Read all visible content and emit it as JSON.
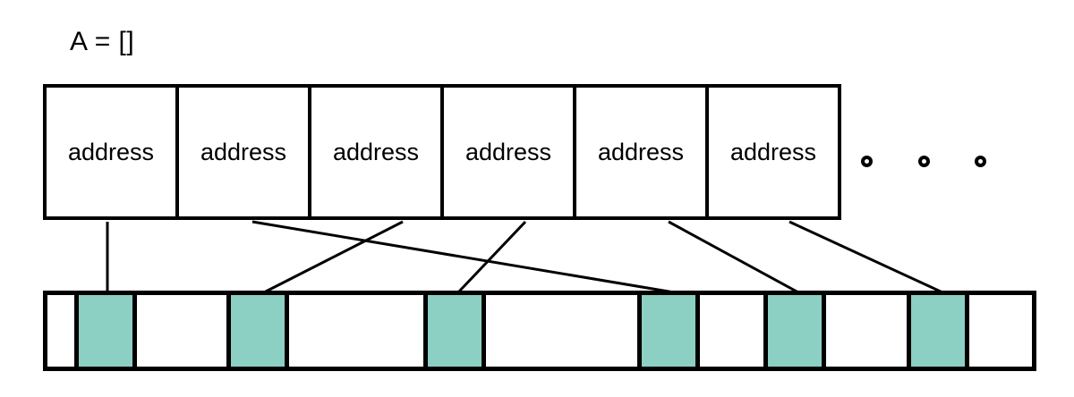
{
  "diagram": {
    "title": "A = []",
    "variable_label": "A = []",
    "pointer_array": {
      "name": "A",
      "cell_label": "address",
      "cells": [
        {
          "label": "address"
        },
        {
          "label": "address"
        },
        {
          "label": "address"
        },
        {
          "label": "address"
        },
        {
          "label": "address"
        },
        {
          "label": "address"
        }
      ],
      "continuation": {
        "icon": "ellipsis-circles",
        "dots": [
          "o",
          "o",
          "o"
        ],
        "count": 3
      }
    },
    "memory_strip": {
      "cells": [
        {
          "index": 0,
          "state": "free"
        },
        {
          "index": 1,
          "state": "allocated"
        },
        {
          "index": 2,
          "state": "free"
        },
        {
          "index": 3,
          "state": "allocated"
        },
        {
          "index": 4,
          "state": "free"
        },
        {
          "index": 5,
          "state": "allocated"
        },
        {
          "index": 6,
          "state": "free"
        },
        {
          "index": 7,
          "state": "allocated"
        },
        {
          "index": 8,
          "state": "free"
        },
        {
          "index": 9,
          "state": "allocated"
        },
        {
          "index": 10,
          "state": "free"
        },
        {
          "index": 11,
          "state": "allocated"
        },
        {
          "index": 12,
          "state": "free"
        }
      ]
    },
    "pointers": [
      {
        "from_cell": 0,
        "to_cell": 1
      },
      {
        "from_cell": 1,
        "to_cell": 7
      },
      {
        "from_cell": 2,
        "to_cell": 3
      },
      {
        "from_cell": 3,
        "to_cell": 5
      },
      {
        "from_cell": 4,
        "to_cell": 9
      },
      {
        "from_cell": 5,
        "to_cell": 11
      }
    ],
    "colors": {
      "allocated_fill": "#8ccfc3",
      "free_fill": "#ffffff",
      "stroke": "#000000",
      "background": "#ffffff"
    }
  }
}
